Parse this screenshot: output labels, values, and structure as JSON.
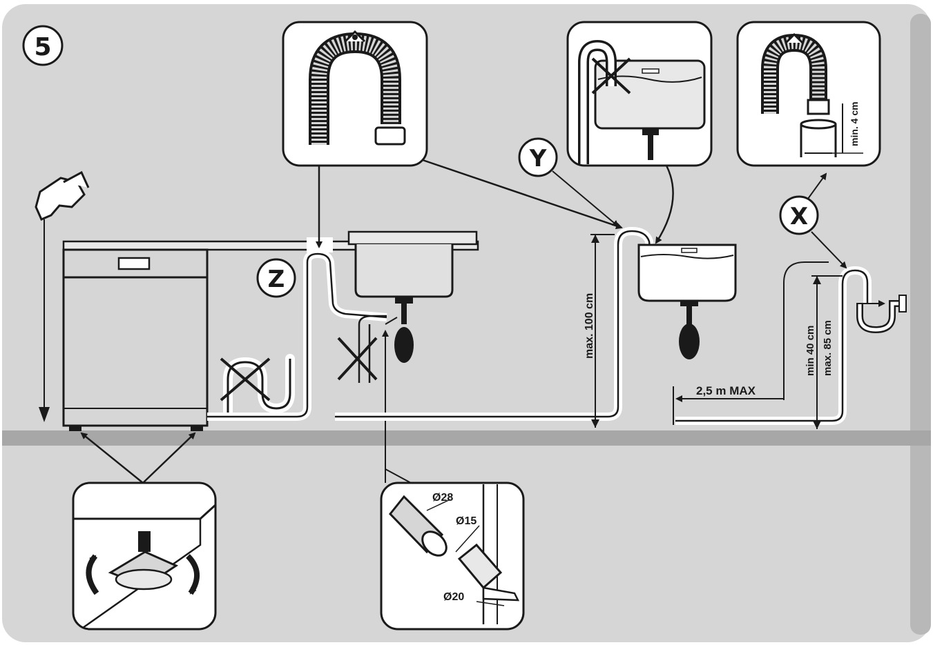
{
  "step_number": "5",
  "callouts": {
    "x": "X",
    "y": "Y",
    "z": "Z"
  },
  "dimensions": {
    "max_height_sink": "max. 100 cm",
    "min_height_trap": "min 40 cm",
    "max_height_trap": "max. 85 cm",
    "max_length": "2,5 m MAX",
    "min_insertion": "min. 4 cm"
  },
  "hose_diameters": {
    "d28": "Ø28",
    "d15": "Ø15",
    "d20": "Ø20"
  },
  "colors": {
    "panel": "#d6d6d6",
    "floor": "#a7a7a7",
    "line": "#1a1a1a",
    "inset_bg": "#ffffff"
  }
}
